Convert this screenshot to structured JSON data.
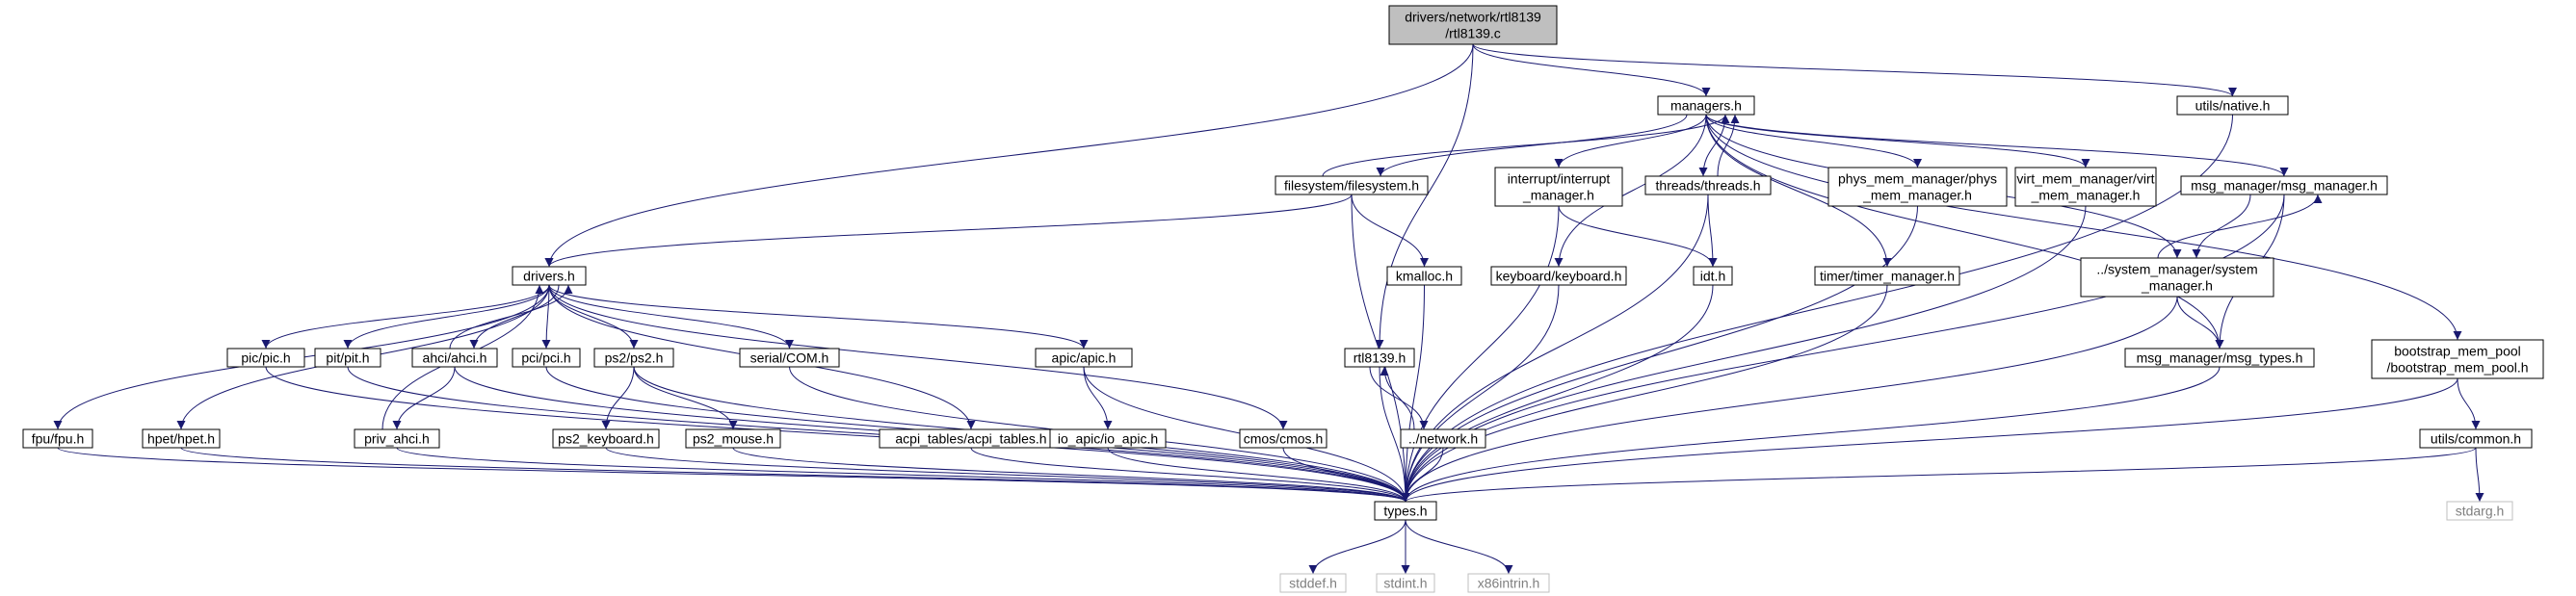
{
  "colors": {
    "edge": "#191970",
    "node_border": "#000000",
    "node_fill": "#ffffff",
    "root_fill": "#bfbfbf",
    "external_border": "#bfbfbf",
    "external_text": "#7f7f7f"
  },
  "root": {
    "id": "root",
    "lines": [
      "drivers/network/rtl8139",
      "/rtl8139.c"
    ]
  },
  "nodes": [
    {
      "id": "managers",
      "lines": [
        "managers.h"
      ]
    },
    {
      "id": "native",
      "lines": [
        "utils/native.h"
      ]
    },
    {
      "id": "filesystem",
      "lines": [
        "filesystem/filesystem.h"
      ]
    },
    {
      "id": "interrupt",
      "lines": [
        "interrupt/interrupt",
        "_manager.h"
      ]
    },
    {
      "id": "threads",
      "lines": [
        "threads/threads.h"
      ]
    },
    {
      "id": "phys",
      "lines": [
        "phys_mem_manager/phys",
        "_mem_manager.h"
      ]
    },
    {
      "id": "virt",
      "lines": [
        "virt_mem_manager/virt",
        "_mem_manager.h"
      ]
    },
    {
      "id": "msgmgr",
      "lines": [
        "msg_manager/msg_manager.h"
      ]
    },
    {
      "id": "drivers",
      "lines": [
        "drivers.h"
      ]
    },
    {
      "id": "kmalloc",
      "lines": [
        "kmalloc.h"
      ]
    },
    {
      "id": "keyboard",
      "lines": [
        "keyboard/keyboard.h"
      ]
    },
    {
      "id": "idt",
      "lines": [
        "idt.h"
      ]
    },
    {
      "id": "timer",
      "lines": [
        "timer/timer_manager.h"
      ]
    },
    {
      "id": "sysmgr",
      "lines": [
        "../system_manager/system",
        "_manager.h"
      ]
    },
    {
      "id": "pic",
      "lines": [
        "pic/pic.h"
      ]
    },
    {
      "id": "pit",
      "lines": [
        "pit/pit.h"
      ]
    },
    {
      "id": "ahci",
      "lines": [
        "ahci/ahci.h"
      ]
    },
    {
      "id": "pci",
      "lines": [
        "pci/pci.h"
      ]
    },
    {
      "id": "ps2",
      "lines": [
        "ps2/ps2.h"
      ]
    },
    {
      "id": "serial",
      "lines": [
        "serial/COM.h"
      ]
    },
    {
      "id": "apic",
      "lines": [
        "apic/apic.h"
      ]
    },
    {
      "id": "rtl8139h",
      "lines": [
        "rtl8139.h"
      ]
    },
    {
      "id": "msgtypes",
      "lines": [
        "msg_manager/msg_types.h"
      ]
    },
    {
      "id": "bootstrap",
      "lines": [
        "bootstrap_mem_pool",
        "/bootstrap_mem_pool.h"
      ]
    },
    {
      "id": "fpu",
      "lines": [
        "fpu/fpu.h"
      ]
    },
    {
      "id": "hpet",
      "lines": [
        "hpet/hpet.h"
      ]
    },
    {
      "id": "privahci",
      "lines": [
        "priv_ahci.h"
      ]
    },
    {
      "id": "ps2kbd",
      "lines": [
        "ps2_keyboard.h"
      ]
    },
    {
      "id": "ps2mouse",
      "lines": [
        "ps2_mouse.h"
      ]
    },
    {
      "id": "acpi",
      "lines": [
        "acpi_tables/acpi_tables.h"
      ]
    },
    {
      "id": "ioapic",
      "lines": [
        "io_apic/io_apic.h"
      ]
    },
    {
      "id": "cmos",
      "lines": [
        "cmos/cmos.h"
      ]
    },
    {
      "id": "network",
      "lines": [
        "../network.h"
      ]
    },
    {
      "id": "common",
      "lines": [
        "utils/common.h"
      ]
    },
    {
      "id": "types",
      "lines": [
        "types.h"
      ]
    },
    {
      "id": "stdarg",
      "lines": [
        "stdarg.h"
      ],
      "external": true
    },
    {
      "id": "stddef",
      "lines": [
        "stddef.h"
      ],
      "external": true
    },
    {
      "id": "stdint",
      "lines": [
        "stdint.h"
      ],
      "external": true
    },
    {
      "id": "x86intrin",
      "lines": [
        "x86intrin.h"
      ],
      "external": true
    }
  ],
  "edges": [
    [
      "root",
      "managers"
    ],
    [
      "root",
      "native"
    ],
    [
      "root",
      "drivers"
    ],
    [
      "root",
      "rtl8139h"
    ],
    [
      "managers",
      "filesystem"
    ],
    [
      "managers",
      "interrupt"
    ],
    [
      "managers",
      "threads"
    ],
    [
      "managers",
      "phys"
    ],
    [
      "managers",
      "virt"
    ],
    [
      "managers",
      "msgmgr"
    ],
    [
      "managers",
      "keyboard"
    ],
    [
      "managers",
      "timer"
    ],
    [
      "managers",
      "sysmgr"
    ],
    [
      "managers",
      "msgtypes"
    ],
    [
      "managers",
      "bootstrap"
    ],
    [
      "filesystem",
      "managers"
    ],
    [
      "filesystem",
      "drivers"
    ],
    [
      "filesystem",
      "kmalloc"
    ],
    [
      "filesystem",
      "types"
    ],
    [
      "threads",
      "managers"
    ],
    [
      "threads",
      "idt"
    ],
    [
      "threads",
      "types"
    ],
    [
      "interrupt",
      "idt"
    ],
    [
      "interrupt",
      "types"
    ],
    [
      "phys",
      "types"
    ],
    [
      "virt",
      "types"
    ],
    [
      "msgmgr",
      "sysmgr"
    ],
    [
      "msgmgr",
      "msgtypes"
    ],
    [
      "msgmgr",
      "types"
    ],
    [
      "sysmgr",
      "msgmgr"
    ],
    [
      "sysmgr",
      "msgtypes"
    ],
    [
      "sysmgr",
      "types"
    ],
    [
      "kmalloc",
      "types"
    ],
    [
      "keyboard",
      "types"
    ],
    [
      "idt",
      "types"
    ],
    [
      "timer",
      "types"
    ],
    [
      "msgtypes",
      "types"
    ],
    [
      "bootstrap",
      "common"
    ],
    [
      "bootstrap",
      "types"
    ],
    [
      "common",
      "types"
    ],
    [
      "common",
      "stdarg"
    ],
    [
      "native",
      "types"
    ],
    [
      "drivers",
      "fpu"
    ],
    [
      "drivers",
      "hpet"
    ],
    [
      "drivers",
      "pic"
    ],
    [
      "drivers",
      "pit"
    ],
    [
      "drivers",
      "ahci"
    ],
    [
      "drivers",
      "pci"
    ],
    [
      "drivers",
      "ps2"
    ],
    [
      "drivers",
      "serial"
    ],
    [
      "drivers",
      "acpi"
    ],
    [
      "drivers",
      "apic"
    ],
    [
      "drivers",
      "cmos"
    ],
    [
      "ahci",
      "drivers"
    ],
    [
      "ahci",
      "privahci"
    ],
    [
      "ahci",
      "types"
    ],
    [
      "privahci",
      "drivers"
    ],
    [
      "privahci",
      "types"
    ],
    [
      "fpu",
      "types"
    ],
    [
      "hpet",
      "types"
    ],
    [
      "pic",
      "types"
    ],
    [
      "pit",
      "types"
    ],
    [
      "pci",
      "types"
    ],
    [
      "ps2",
      "ps2kbd"
    ],
    [
      "ps2",
      "ps2mouse"
    ],
    [
      "ps2",
      "types"
    ],
    [
      "ps2kbd",
      "types"
    ],
    [
      "ps2mouse",
      "types"
    ],
    [
      "serial",
      "types"
    ],
    [
      "acpi",
      "types"
    ],
    [
      "apic",
      "ioapic"
    ],
    [
      "apic",
      "types"
    ],
    [
      "ioapic",
      "types"
    ],
    [
      "cmos",
      "types"
    ],
    [
      "rtl8139h",
      "network"
    ],
    [
      "rtl8139h",
      "types"
    ],
    [
      "network",
      "rtl8139h"
    ],
    [
      "network",
      "types"
    ],
    [
      "types",
      "stddef"
    ],
    [
      "types",
      "stdint"
    ],
    [
      "types",
      "x86intrin"
    ]
  ]
}
